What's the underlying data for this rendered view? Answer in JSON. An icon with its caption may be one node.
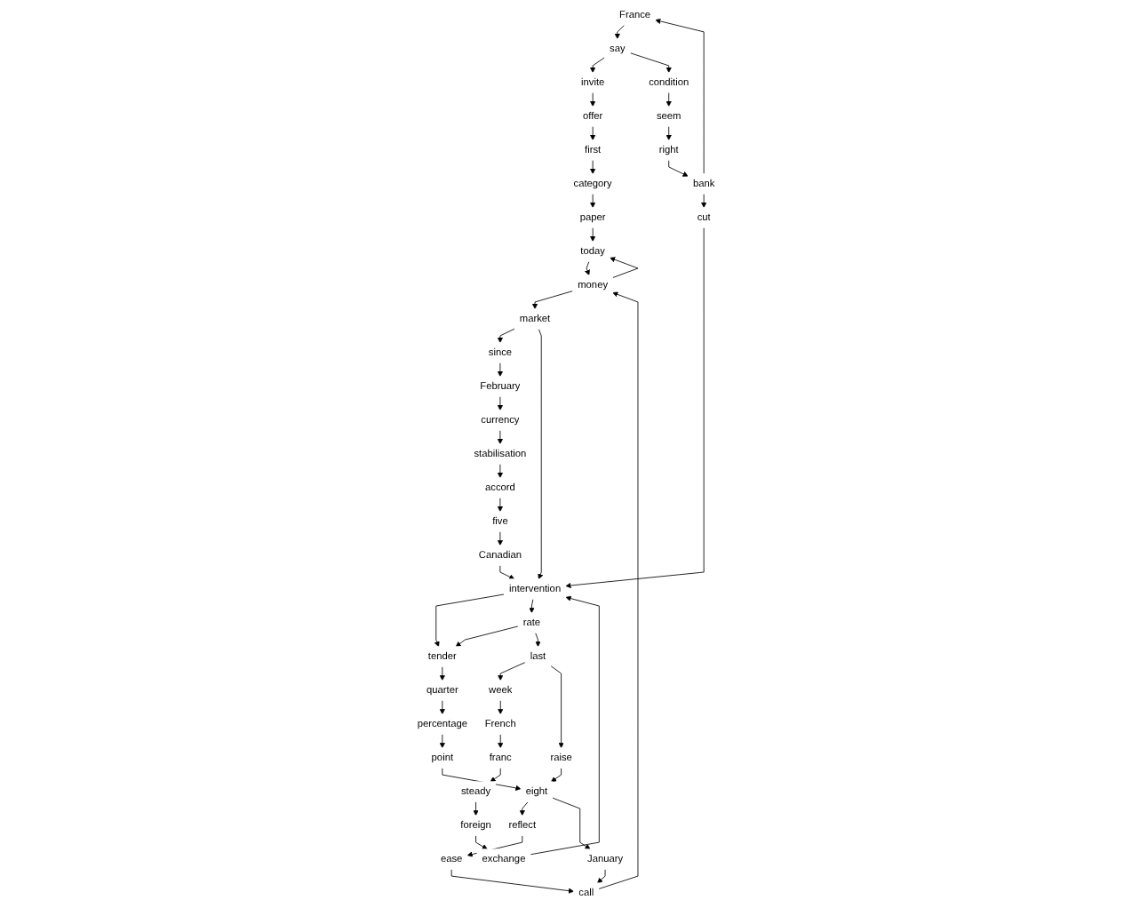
{
  "diagram": {
    "nodes": [
      {
        "text": [
          "France"
        ]
      },
      {
        "text": [
          "say"
        ]
      },
      {
        "text": [
          "invite"
        ]
      },
      {
        "text": [
          "offer"
        ]
      },
      {
        "text": [
          "condition"
        ]
      },
      {
        "text": [
          "seem"
        ]
      },
      {
        "text": [
          "right"
        ]
      },
      {
        "text": [
          "bank"
        ]
      },
      {
        "text": [
          "first"
        ]
      },
      {
        "text": [
          "stabilisation"
        ]
      },
      {
        "text": [
          "currency"
        ]
      },
      {
        "text": [
          "accord"
        ]
      },
      {
        "text": [
          "February"
        ]
      },
      {
        "text": [
          "category"
        ]
      },
      {
        "text": [
          "five"
        ]
      },
      {
        "text": [
          "cut"
        ]
      },
      {
        "text": [
          "since"
        ]
      },
      {
        "text": [
          "paper"
        ]
      },
      {
        "text": [
          "Canadian"
        ]
      },
      {
        "text": [
          "market"
        ]
      },
      {
        "text": [
          "today"
        ]
      },
      {
        "text": [
          "intervention"
        ]
      },
      {
        "text": [
          "exchange"
        ]
      },
      {
        "text": [
          "money"
        ]
      },
      {
        "text": [
          "tender"
        ]
      },
      {
        "text": [
          "rate"
        ]
      },
      {
        "text": [
          "last"
        ]
      },
      {
        "text": [
          "foreign"
        ]
      },
      {
        "text": [
          "call"
        ]
      },
      {
        "text": [
          "quarter"
        ]
      },
      {
        "text": [
          "week"
        ]
      },
      {
        "text": [
          "steady"
        ]
      },
      {
        "text": [
          "ease"
        ]
      },
      {
        "text": [
          "percentage"
        ]
      },
      {
        "text": [
          "French"
        ]
      },
      {
        "text": [
          "franc"
        ]
      },
      {
        "text": [
          "point"
        ]
      },
      {
        "text": [
          "January"
        ]
      },
      {
        "text": [
          "reflect"
        ]
      },
      {
        "text": [
          "raise"
        ]
      },
      {
        "text": [
          "eight"
        ]
      }
    ],
    "edges": [
      {
        "from": 0,
        "to": 1,
        "arrow": "to"
      },
      {
        "from": 1,
        "to": 2,
        "arrow": "to"
      },
      {
        "from": 1,
        "to": 4,
        "arrow": "to"
      },
      {
        "from": 2,
        "to": 3,
        "arrow": "to"
      },
      {
        "from": 3,
        "to": 8,
        "arrow": "to"
      },
      {
        "from": 8,
        "to": 13,
        "arrow": "to"
      },
      {
        "from": 13,
        "to": 17,
        "arrow": "to"
      },
      {
        "from": 17,
        "to": 20,
        "arrow": "to"
      },
      {
        "from": 20,
        "to": 23,
        "arrow": "to"
      },
      {
        "from": 23,
        "to": 20,
        "arrow": "to"
      },
      {
        "from": 23,
        "to": 19,
        "arrow": "to"
      },
      {
        "from": 19,
        "to": 16,
        "arrow": "to"
      },
      {
        "from": 16,
        "to": 12,
        "arrow": "to"
      },
      {
        "from": 12,
        "to": 10,
        "arrow": "to"
      },
      {
        "from": 10,
        "to": 9,
        "arrow": "to"
      },
      {
        "from": 9,
        "to": 11,
        "arrow": "to"
      },
      {
        "from": 11,
        "to": 14,
        "arrow": "to"
      },
      {
        "from": 14,
        "to": 18,
        "arrow": "to"
      },
      {
        "from": 18,
        "to": 21,
        "arrow": "to"
      },
      {
        "from": 4,
        "to": 5,
        "arrow": "to"
      },
      {
        "from": 5,
        "to": 6,
        "arrow": "to"
      },
      {
        "from": 6,
        "to": 7,
        "arrow": "to"
      },
      {
        "from": 7,
        "to": 0,
        "arrow": "to"
      },
      {
        "from": 7,
        "to": 15,
        "arrow": "to"
      },
      {
        "from": 15,
        "to": 21,
        "arrow": "to"
      },
      {
        "from": 19,
        "to": 21,
        "arrow": "to"
      },
      {
        "from": 21,
        "to": 24,
        "arrow": "to"
      },
      {
        "from": 21,
        "to": 25,
        "arrow": "to"
      },
      {
        "from": 25,
        "to": 24,
        "arrow": "to"
      },
      {
        "from": 25,
        "to": 26,
        "arrow": "to"
      },
      {
        "from": 26,
        "to": 30,
        "arrow": "to"
      },
      {
        "from": 30,
        "to": 34,
        "arrow": "to"
      },
      {
        "from": 34,
        "to": 35,
        "arrow": "to"
      },
      {
        "from": 35,
        "to": 31,
        "arrow": "to"
      },
      {
        "from": 31,
        "to": 27,
        "arrow": "to"
      },
      {
        "from": 27,
        "to": 22,
        "arrow": "to"
      },
      {
        "from": 22,
        "to": 21,
        "arrow": "to"
      },
      {
        "from": 24,
        "to": 29,
        "arrow": "to"
      },
      {
        "from": 29,
        "to": 33,
        "arrow": "to"
      },
      {
        "from": 33,
        "to": 36,
        "arrow": "to"
      },
      {
        "from": 36,
        "to": 40,
        "arrow": "to"
      },
      {
        "from": 26,
        "to": 39,
        "arrow": "to"
      },
      {
        "from": 39,
        "to": 40,
        "arrow": "to"
      },
      {
        "from": 40,
        "to": 38,
        "arrow": "to"
      },
      {
        "from": 40,
        "to": 37,
        "arrow": "to"
      },
      {
        "from": 38,
        "to": 32,
        "arrow": "to"
      },
      {
        "from": 32,
        "to": 28,
        "arrow": "to"
      },
      {
        "from": 37,
        "to": 28,
        "arrow": "to"
      },
      {
        "from": 28,
        "to": 23,
        "arrow": "to"
      }
    ]
  }
}
